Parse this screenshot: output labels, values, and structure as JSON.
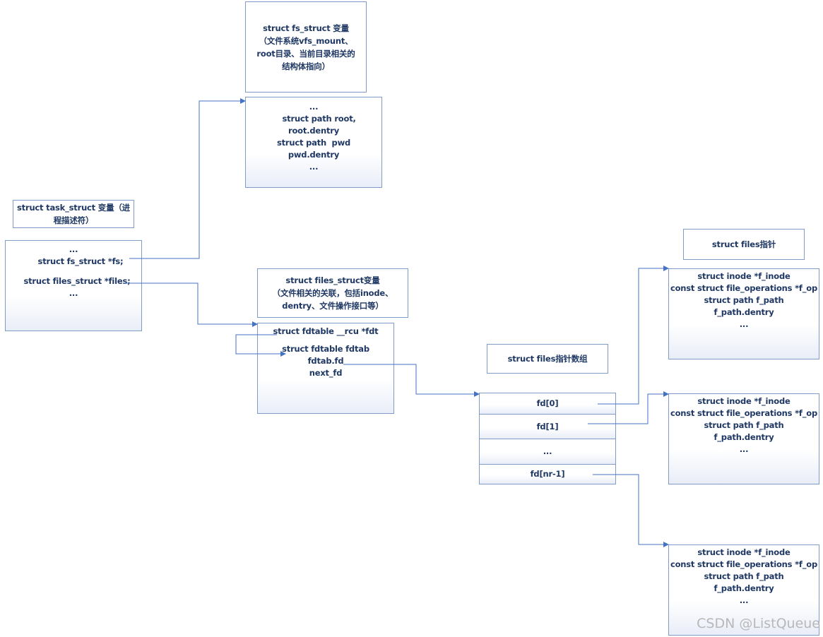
{
  "task_struct": {
    "title_lines": [
      "struct task_struct 变量（进",
      "程描述符）"
    ],
    "body_lines": [
      "...",
      "struct fs_struct *fs;",
      "",
      "struct files_struct *files;",
      "..."
    ]
  },
  "fs_struct": {
    "title_lines": [
      "struct fs_struct 变量",
      "（文件系统vfs_mount、",
      "root目录、当前目录相关的",
      "结构体指向）"
    ],
    "body_lines": [
      "...",
      "    struct path root,",
      "root.dentry",
      "struct path  pwd",
      "pwd.dentry",
      "..."
    ]
  },
  "files_struct": {
    "title_lines": [
      "struct files_struct变量",
      "（文件相关的关联，包括inode、",
      "dentry、文件操作接口等）"
    ],
    "body_lines": [
      "struct fdtable __rcu *fdt",
      "",
      "struct fdtable fdtab",
      "fdtab.fd",
      "",
      "next_fd"
    ]
  },
  "fd_array": {
    "title": "struct files指针数组",
    "cells": [
      "fd[0]",
      "fd[1]",
      "...",
      "fd[nr-1]"
    ]
  },
  "files_pointer": {
    "title": "struct files指针",
    "instance_lines": [
      "struct inode *f_inode",
      "const struct file_operations *f_op",
      "struct path f_path",
      "f_path.dentry",
      "..."
    ]
  },
  "watermark": "CSDN @ListQueue",
  "colors": {
    "border": "#7f9cc9",
    "connector": "#4472c4",
    "text": "#1f3864"
  }
}
